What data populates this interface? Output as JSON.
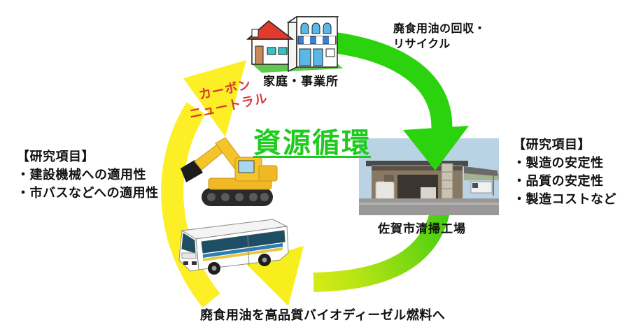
{
  "diagram": {
    "title": "資源循環",
    "carbon_neutral": {
      "line1": "カーボン",
      "line2": "ニュートラル"
    },
    "top": {
      "source_label": "家庭・事業所",
      "collection_line1": "廃食用油の回収・",
      "collection_line2": "リサイクル"
    },
    "factory": {
      "label": "佐賀市清掃工場"
    },
    "research_right": {
      "heading": "【研究項目】",
      "items": [
        "・製造の安定性",
        "・品質の安定性",
        "・製造コストなど"
      ]
    },
    "research_left": {
      "heading": "【研究項目】",
      "items": [
        "・建設機械への適用性",
        "・市バスなどへの適用性"
      ]
    },
    "bottom_caption": "廃食用油を高品質バイオディーゼル燃料へ",
    "colors": {
      "cycle_green": "#2bd30e",
      "cycle_yellow": "#fcef25",
      "cycle_gradient_mid": "#b5e415",
      "title_green": "#1ecb1e",
      "carbon_red": "#d93838"
    },
    "icons": {
      "house_shop": "house-shop-icon",
      "excavator": "excavator-icon",
      "city_bus": "city-bus-icon",
      "factory_photo": "factory-photo"
    }
  }
}
